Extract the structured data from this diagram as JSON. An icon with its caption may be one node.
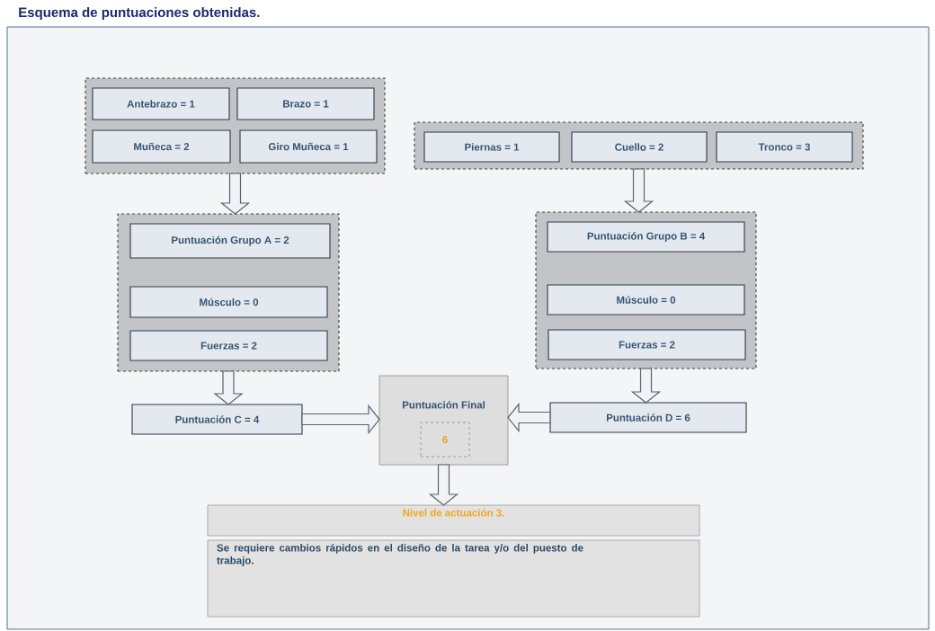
{
  "diagram": {
    "title": "Esquema de puntuaciones obtenidas.",
    "nodes": [
      {
        "text": [],
        "shape": "box"
      },
      {
        "text": [
          "Antebrazo = 1"
        ],
        "in": 0
      },
      {
        "text": [
          "Brazo = 1"
        ],
        "in": 0
      },
      {
        "text": [
          "Muñeca = 2"
        ],
        "in": 0
      },
      {
        "text": [
          "Giro Muñeca = 1"
        ],
        "in": 0
      },
      {
        "text": [],
        "shape": "box"
      },
      {
        "text": [
          "Piernas = 1"
        ],
        "in": 5
      },
      {
        "text": [
          "Cuello = 2"
        ],
        "in": 5
      },
      {
        "text": [
          "Tronco = 3"
        ],
        "in": 5
      },
      {
        "text": [],
        "shape": "box"
      },
      {
        "text": [
          "Puntuación Grupo A = 2"
        ],
        "in": 9
      },
      {
        "text": [
          "Músculo = 0"
        ],
        "in": 9
      },
      {
        "text": [
          "Fuerzas = 2"
        ],
        "in": 9
      },
      {
        "text": [],
        "shape": "box"
      },
      {
        "text": [
          "Puntuación Grupo B = 4"
        ],
        "in": 13
      },
      {
        "text": [
          "Músculo = 0"
        ],
        "in": 13
      },
      {
        "text": [
          "Fuerzas = 2"
        ],
        "in": 13
      },
      {
        "text": [
          "Puntuación C = 4"
        ]
      },
      {
        "text": [
          "Puntuación Final"
        ]
      },
      {
        "text": [
          "6"
        ],
        "in": 18
      },
      {
        "text": [
          "Puntuación D = 6"
        ]
      },
      {
        "text": [
          "Nivel de actuación 3."
        ]
      },
      {
        "text": [
          "Se requiere cambios rápidos en el diseño de la tarea y/o del puesto de trabajo."
        ]
      }
    ],
    "edges": [
      {
        "from": 0,
        "to": 9,
        "arrow": "to"
      },
      {
        "from": 5,
        "to": 13,
        "arrow": "to"
      },
      {
        "from": 9,
        "to": 17,
        "arrow": "to"
      },
      {
        "from": 13,
        "to": 20,
        "arrow": "to"
      },
      {
        "from": 17,
        "to": 18,
        "arrow": "to"
      },
      {
        "from": 20,
        "to": 18,
        "arrow": "to"
      },
      {
        "from": 18,
        "to": 21,
        "arrow": "to"
      }
    ]
  }
}
